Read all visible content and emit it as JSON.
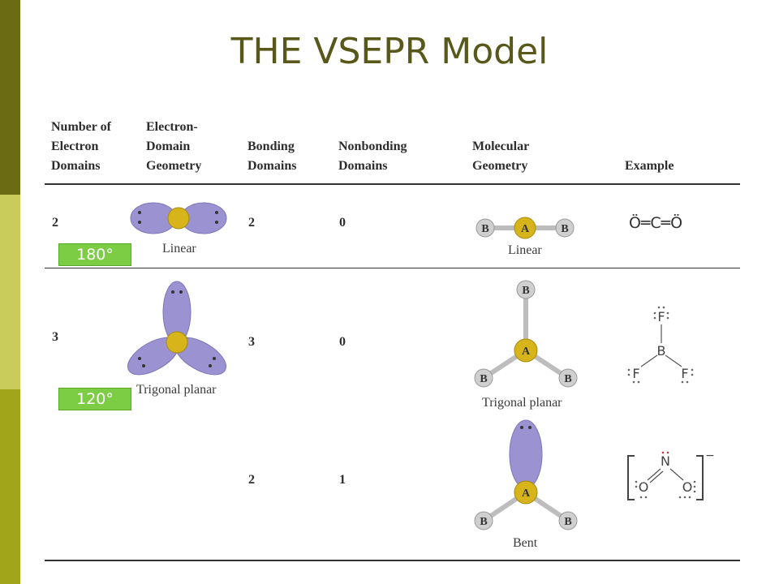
{
  "title": "THE VSEPR Model",
  "colors": {
    "lobe": "#9b93d1",
    "atom": "#d6b41a",
    "bar_dark": "#6b6b14",
    "bar_light": "#c9cb5a",
    "badge": "#7ccd44"
  },
  "headers": {
    "electron_domains": [
      "Number of",
      "Electron",
      "Domains"
    ],
    "electron_geometry": [
      "Electron-",
      "Domain",
      "Geometry"
    ],
    "bonding": [
      "Bonding",
      "Domains"
    ],
    "nonbonding": [
      "Nonbonding",
      "Domains"
    ],
    "molecular": [
      "Molecular",
      "Geometry"
    ],
    "example": "Example"
  },
  "rows": [
    {
      "domains": "2",
      "geometry": "Linear",
      "bonding": "2",
      "nonbonding": "0",
      "molecular": "Linear",
      "angle": "180°",
      "example": "O=C=O"
    },
    {
      "domains": "3",
      "geometry": "Trigonal planar",
      "bonding": "3",
      "nonbonding": "0",
      "molecular": "Trigonal planar",
      "angle": "120°",
      "example": "BF3"
    },
    {
      "domains": "",
      "geometry": "",
      "bonding": "2",
      "nonbonding": "1",
      "molecular": "Bent",
      "example": "NO2-"
    }
  ],
  "atoms": {
    "center": "A",
    "outer": "B"
  },
  "lewis": {
    "co2": {
      "o1": "Ö",
      "bond1": "═",
      "c": "C",
      "bond2": "═",
      "o2": "Ö"
    },
    "bf3": {
      "top": "F",
      "b": "B",
      "left": "F",
      "right": "F"
    },
    "no2": {
      "n": "N",
      "o1": "O",
      "o2": "O",
      "charge": "−"
    }
  }
}
